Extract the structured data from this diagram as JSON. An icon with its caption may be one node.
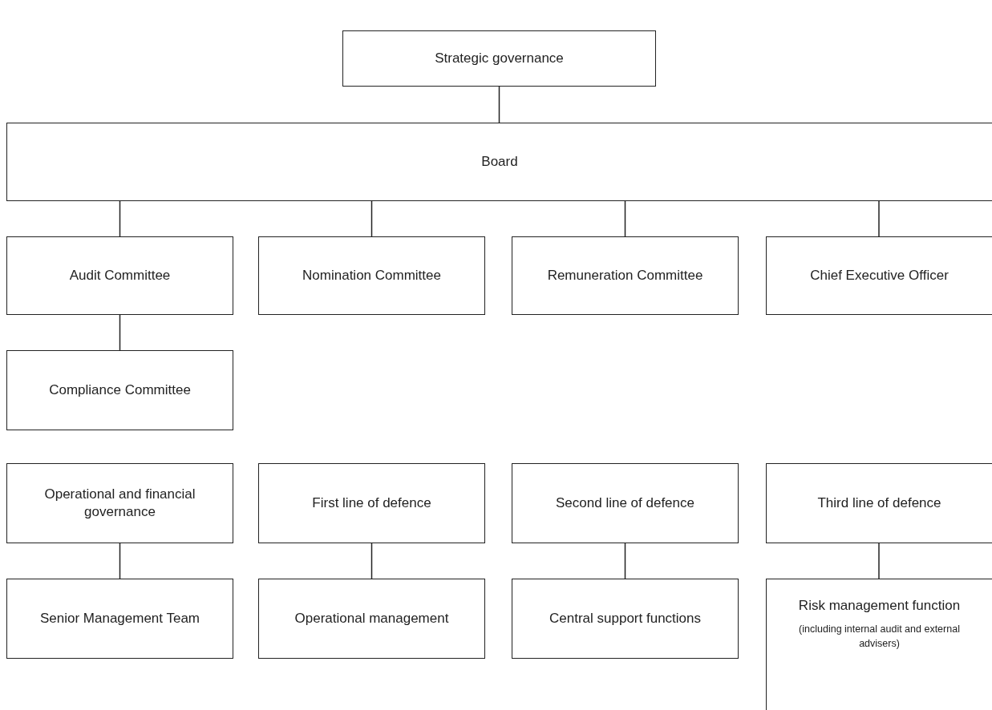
{
  "diagram": {
    "nodes": [
      {
        "text": [
          "Strategic governance"
        ]
      },
      {
        "text": [
          "Board"
        ]
      },
      {
        "text": [
          "Audit Committee"
        ]
      },
      {
        "text": [
          "Nomination Committee"
        ]
      },
      {
        "text": [
          "Remuneration Committee"
        ]
      },
      {
        "text": [
          "Chief Executive Officer"
        ]
      },
      {
        "text": [
          "Compliance Committee"
        ]
      },
      {
        "text": [
          "Operational and financial governance"
        ]
      },
      {
        "text": [
          "First line of defence"
        ]
      },
      {
        "text": [
          "Second line of defence"
        ]
      },
      {
        "text": [
          "Third line of defence"
        ]
      },
      {
        "text": [
          "Senior Management Team"
        ]
      },
      {
        "text": [
          "Operational management"
        ]
      },
      {
        "text": [
          "Central support functions"
        ]
      },
      {
        "text": [
          "Risk management function",
          "(including internal audit and external advisers)"
        ]
      }
    ],
    "edges": [
      {
        "from": 0,
        "to": 1,
        "arrow": "none"
      },
      {
        "from": 1,
        "to": 2,
        "arrow": "none"
      },
      {
        "from": 1,
        "to": 3,
        "arrow": "none"
      },
      {
        "from": 1,
        "to": 4,
        "arrow": "none"
      },
      {
        "from": 1,
        "to": 5,
        "arrow": "none"
      },
      {
        "from": 2,
        "to": 6,
        "arrow": "none"
      },
      {
        "from": 7,
        "to": 11,
        "arrow": "none"
      },
      {
        "from": 8,
        "to": 12,
        "arrow": "none"
      },
      {
        "from": 9,
        "to": 13,
        "arrow": "none"
      },
      {
        "from": 10,
        "to": 14,
        "arrow": "none"
      }
    ]
  }
}
